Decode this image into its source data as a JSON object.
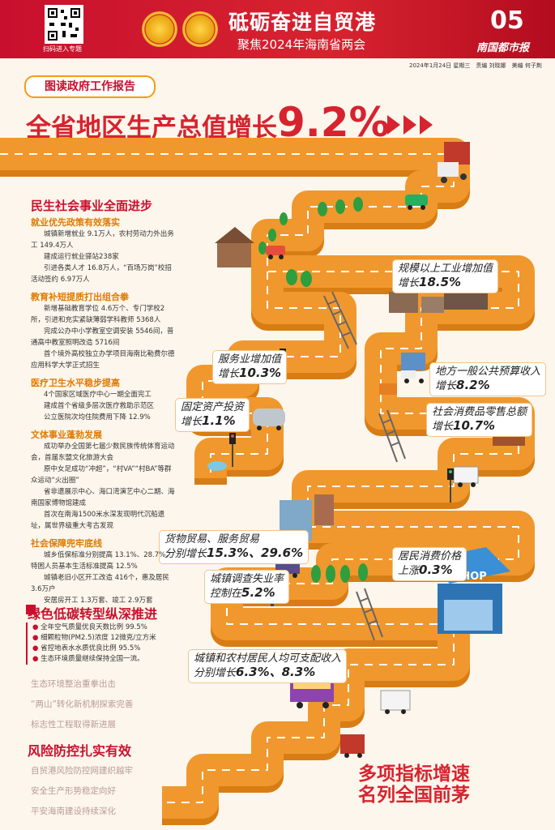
{
  "header": {
    "qr_label": "扫码进入专题",
    "title": "砥砺奋进自贸港",
    "subtitle": "聚焦2024年海南省两会",
    "page_number": "05",
    "brand": "南国都市报",
    "dateline": "2024年1月24日 星期三　责编 刘晓娜　美编 何子荆"
  },
  "report_tag": "图读政府工作报告",
  "headline": {
    "text": "全省地区生产总值增长",
    "value": "9.2%"
  },
  "left": {
    "sec1": "民生社会事业全面进步",
    "blocks": [
      {
        "head": "就业优先政策有效落实",
        "lines": [
          "城镇新增就业 9.1万人，农村劳动力外出务工 149.4万人",
          "建成运行就业驿站238家",
          "引进各类人才 16.8万人，“百场万岗”校招活动签约 6.97万人"
        ]
      },
      {
        "head": "教育补短提质打出组合拳",
        "lines": [
          "新增基础教育学位 4.6万个、专门学校2所，引进和充实紧缺薄弱学科教师 5368人",
          "完成公办中小学教室空调安装 5546间，普通高中教室照明改造 5716间",
          "首个境外高校独立办学项目海南比勒费尔德应用科学大学正式招生"
        ]
      },
      {
        "head": "医疗卫生水平稳步提高",
        "lines": [
          "4个国家区域医疗中心一期全面完工",
          "建成首个省级多层次医疗救助示范区",
          "公立医院次均住院费用下降 12.9%"
        ]
      },
      {
        "head": "文体事业蓬勃发展",
        "lines": [
          "成功举办全国第七届少数民族传统体育运动会，首届东盟文化旅游大会",
          "原中女足成功“冲超”，“村VA”“村BA”等群众运动“火出圈”",
          "省非遗展示中心、海口湾演艺中心二期、海南国家博物馆建成",
          "首次在南海1500米水深发现明代沉船遗址，属世界级重大考古发现"
        ]
      },
      {
        "head": "社会保障兜牢底线",
        "lines": [
          "城乡低保标准分别提高 13.1%、28.7%，特困人员基本生活标准提高 12.5%",
          "城镇老旧小区开工改造 416个，惠及居民 3.6万户",
          "安居房开工 1.3万套、竣工 2.9万套"
        ]
      }
    ],
    "sec2": "绿色低碳转型纵深推进",
    "green": [
      "全年空气质量优良天数比例 99.5%",
      "细颗粒物(PM2.5)浓度 12微克/立方米",
      "省控地表水水质优良比例 95.5%",
      "生态环境质量继续保持全国一流。"
    ],
    "faint1": [
      "生态环境整治重拳出击",
      "“两山”转化新机制探索完善",
      "标志性工程取得新进展"
    ],
    "sec3": "风险防控扎实有效",
    "faint2": [
      "自贸港风险防控网建织越牢",
      "安全生产形势稳定向好",
      "平安海南建设持续深化"
    ]
  },
  "callouts": {
    "industry": {
      "label": "规模以上工业增加值",
      "pre": "增长",
      "value": "18.5%"
    },
    "service": {
      "label": "服务业增加值",
      "pre": "增长",
      "value": "10.3%"
    },
    "budget": {
      "label": "地方一般公共预算收入",
      "pre": "增长",
      "value": "8.2%"
    },
    "invest": {
      "label": "固定资产投资",
      "pre": "增长",
      "value": "1.1%"
    },
    "retail": {
      "label": "社会消费品零售总额",
      "pre": "增长",
      "value": "10.7%"
    },
    "trade": {
      "label": "货物贸易、服务贸易",
      "pre": "分别增长",
      "value": "15.3%、29.6%"
    },
    "cpi": {
      "label": "居民消费价格",
      "pre": "上涨",
      "value": "0.3%"
    },
    "unemploy": {
      "label": "城镇调查失业率",
      "pre": "控制在",
      "value": "5.2%"
    },
    "income": {
      "label": "城镇和农村居民人均可支配收入",
      "pre": "分别增长",
      "value": "6.3%、8.3%"
    }
  },
  "shop_sign": "SHOP",
  "final": [
    "多项指标增速",
    "名列全国前茅"
  ],
  "colors": {
    "road": "#f0982e",
    "road_side": "#d87d14",
    "red": "#d7232f",
    "lane": "#ffffff"
  }
}
